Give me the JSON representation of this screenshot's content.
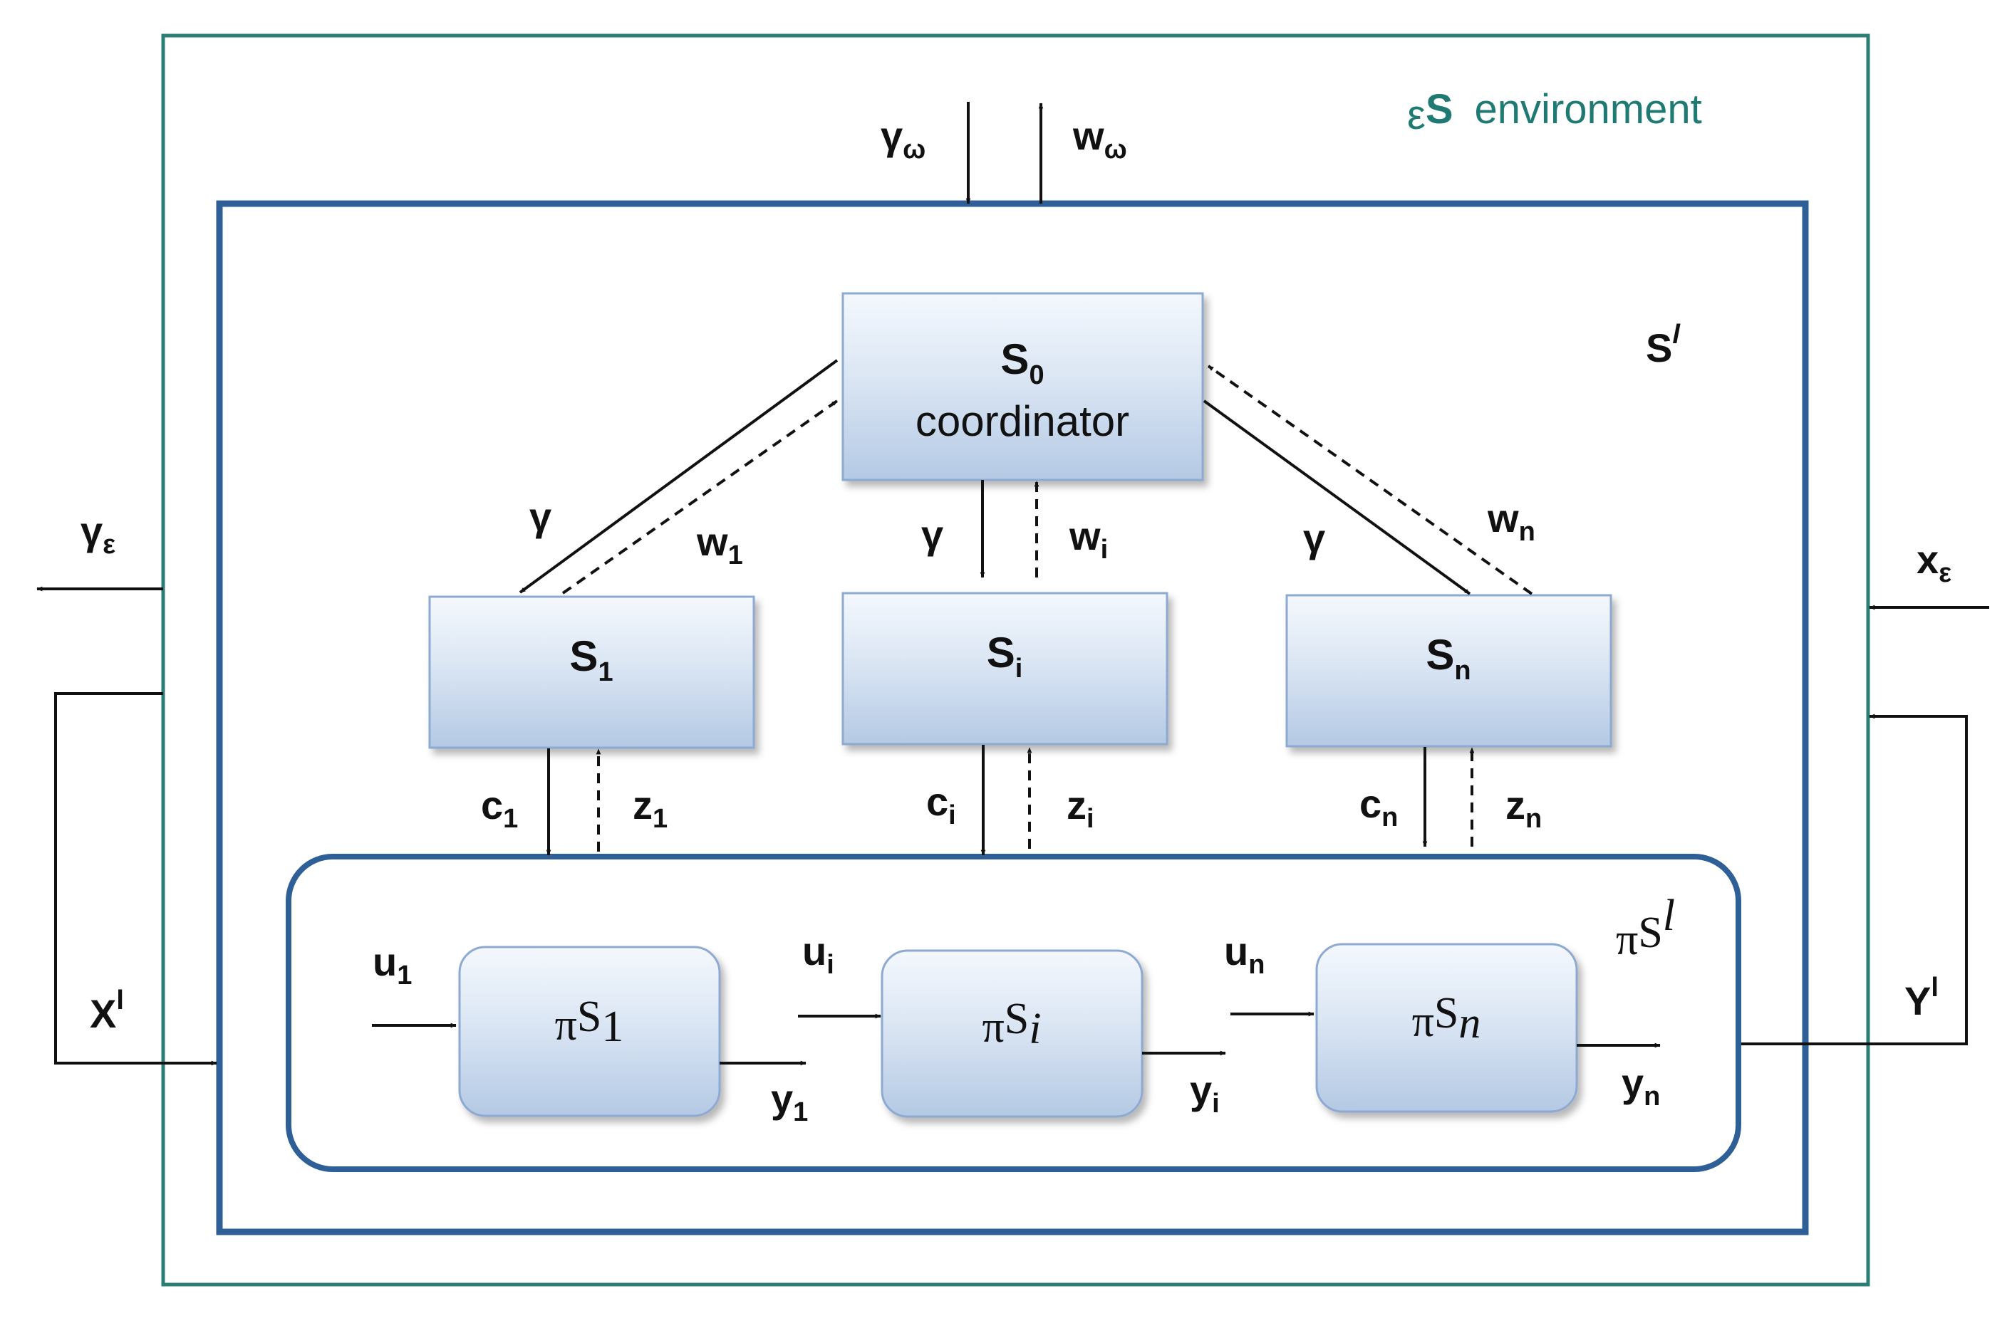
{
  "environment": {
    "prefix": "ε",
    "symbol": "S",
    "label": "environment",
    "border_color": "#2a7f74"
  },
  "system": {
    "symbol": "S",
    "superscript": "l",
    "border_color": "#2f5f97"
  },
  "process": {
    "prefix": "π",
    "symbol": "S",
    "superscript": "l"
  },
  "coordinator": {
    "symbol": "S",
    "subscript": "0",
    "label": "coordinator"
  },
  "subsystems": [
    {
      "symbol": "S",
      "subscript": "1"
    },
    {
      "symbol": "S",
      "subscript": "i"
    },
    {
      "symbol": "S",
      "subscript": "n"
    }
  ],
  "process_blocks": [
    {
      "prefix": "π",
      "symbol": "S",
      "subscript": "1"
    },
    {
      "prefix": "π",
      "symbol": "S",
      "subscript": "i"
    },
    {
      "prefix": "π",
      "symbol": "S",
      "subscript": "n"
    }
  ],
  "signals": {
    "top_in": {
      "symbol": "γ",
      "subscript": "ω"
    },
    "top_out": {
      "symbol": "w",
      "subscript": "ω"
    },
    "left_out": {
      "symbol": "γ",
      "subscript": "ε"
    },
    "right_in": {
      "symbol": "x",
      "subscript": "ε"
    },
    "left_in": {
      "symbol": "X",
      "superscript": "l"
    },
    "right_out": {
      "symbol": "Y",
      "superscript": "l"
    },
    "coord_to_sub": "γ",
    "sub_to_coord": [
      {
        "symbol": "w",
        "subscript": "1"
      },
      {
        "symbol": "w",
        "subscript": "i"
      },
      {
        "symbol": "w",
        "subscript": "n"
      }
    ],
    "controls": [
      {
        "symbol": "c",
        "subscript": "1"
      },
      {
        "symbol": "c",
        "subscript": "i"
      },
      {
        "symbol": "c",
        "subscript": "n"
      }
    ],
    "feedback": [
      {
        "symbol": "z",
        "subscript": "1"
      },
      {
        "symbol": "z",
        "subscript": "i"
      },
      {
        "symbol": "z",
        "subscript": "n"
      }
    ],
    "inputs": [
      {
        "symbol": "u",
        "subscript": "1"
      },
      {
        "symbol": "u",
        "subscript": "i"
      },
      {
        "symbol": "u",
        "subscript": "n"
      }
    ],
    "outputs": [
      {
        "symbol": "y",
        "subscript": "1"
      },
      {
        "symbol": "y",
        "subscript": "i"
      },
      {
        "symbol": "y",
        "subscript": "n"
      }
    ]
  },
  "colors": {
    "box_top": "#f4f8fd",
    "box_bottom": "#b4c9e4",
    "box_border": "#8eaad2",
    "arrow": "#111111"
  }
}
